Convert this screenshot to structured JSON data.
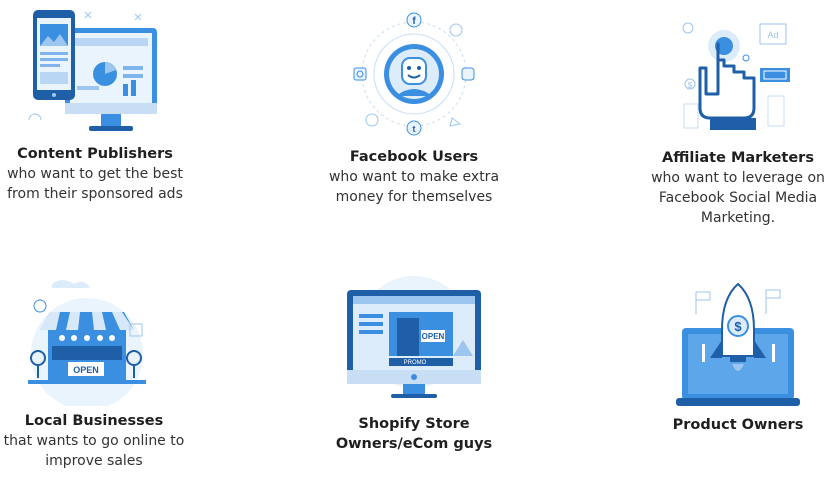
{
  "cards": [
    {
      "title": "Content Publishers",
      "lines": [
        "who want to get the best",
        "from their sponsored ads"
      ],
      "icon": "monitor-phone-ads-icon"
    },
    {
      "title": "Facebook Users",
      "lines": [
        "who want to make extra",
        "money for themselves"
      ],
      "icon": "social-user-money-icon"
    },
    {
      "title": "Affiliate Marketers",
      "lines": [
        "who want to leverage on",
        "Facebook Social Media",
        "Marketing."
      ],
      "icon": "hand-click-cash-icon"
    },
    {
      "title": "Local Businesses",
      "lines": [
        "that wants to go online to",
        "improve sales"
      ],
      "icon": "storefront-open-icon",
      "badge": "OPEN"
    },
    {
      "title": "Shopify Store",
      "lines": [
        "Owners/eCom guys"
      ],
      "icon": "monitor-online-store-icon",
      "badge": "OPEN",
      "promo": "PROMO"
    },
    {
      "title": "Product Owners",
      "lines": [],
      "icon": "rocket-launch-laptop-icon",
      "symbol": "$"
    }
  ],
  "colors": {
    "primary": "#3b8fe0",
    "light": "#dcecfb",
    "dark": "#1e5fa8"
  }
}
